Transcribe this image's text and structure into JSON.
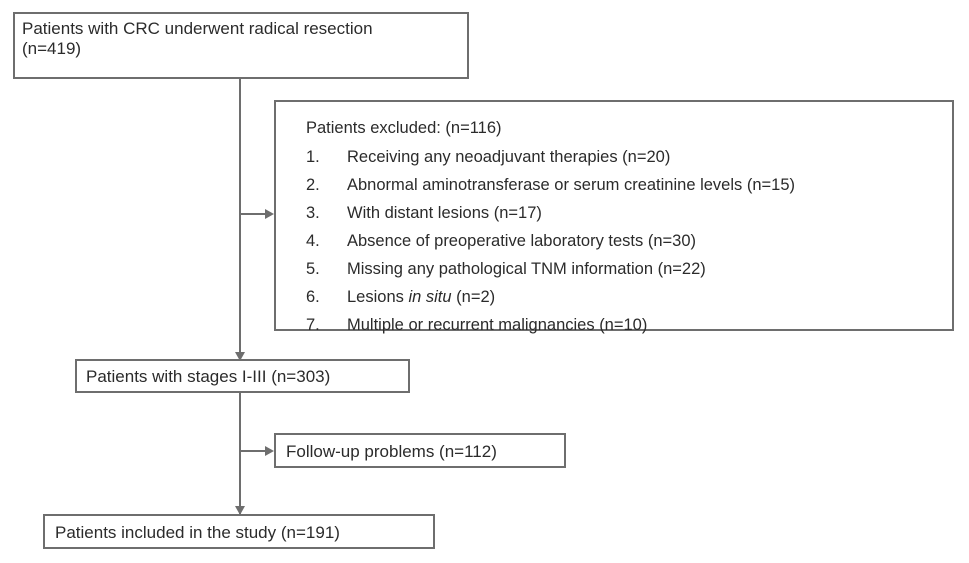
{
  "diagram": {
    "type": "study-flow-chart",
    "line_color": "#6e6e6e",
    "text_color": "#2b2b2b",
    "background": "#ffffff",
    "nodes": {
      "enrolled": {
        "text": "Patients with CRC underwent radical resection\n(n=419)",
        "n": 419
      },
      "excluded": {
        "heading": "Patients excluded: (n=116)",
        "n": 116,
        "items": [
          {
            "num": "1.",
            "text": "Receiving any neoadjuvant therapies (n=20)",
            "n": 20
          },
          {
            "num": "2.",
            "text": "Abnormal aminotransferase or serum creatinine levels (n=15)",
            "n": 15
          },
          {
            "num": "3.",
            "text": "With distant lesions (n=17)",
            "n": 17
          },
          {
            "num": "4.",
            "text": "Absence of preoperative laboratory tests (n=30)",
            "n": 30
          },
          {
            "num": "5.",
            "text": "Missing any pathological TNM information (n=22)",
            "n": 22
          },
          {
            "num": "6.",
            "text_before": "Lesions ",
            "text_italic": "in situ",
            "text_after": " (n=2)",
            "n": 2
          },
          {
            "num": "7.",
            "text": "Multiple or recurrent malignancies (n=10)",
            "n": 10
          }
        ]
      },
      "stages": {
        "text": "Patients with stages I-III (n=303)",
        "n": 303
      },
      "followup": {
        "text": "Follow-up problems (n=112)",
        "n": 112
      },
      "included": {
        "text": "Patients included in the study (n=191)",
        "n": 191
      }
    }
  }
}
